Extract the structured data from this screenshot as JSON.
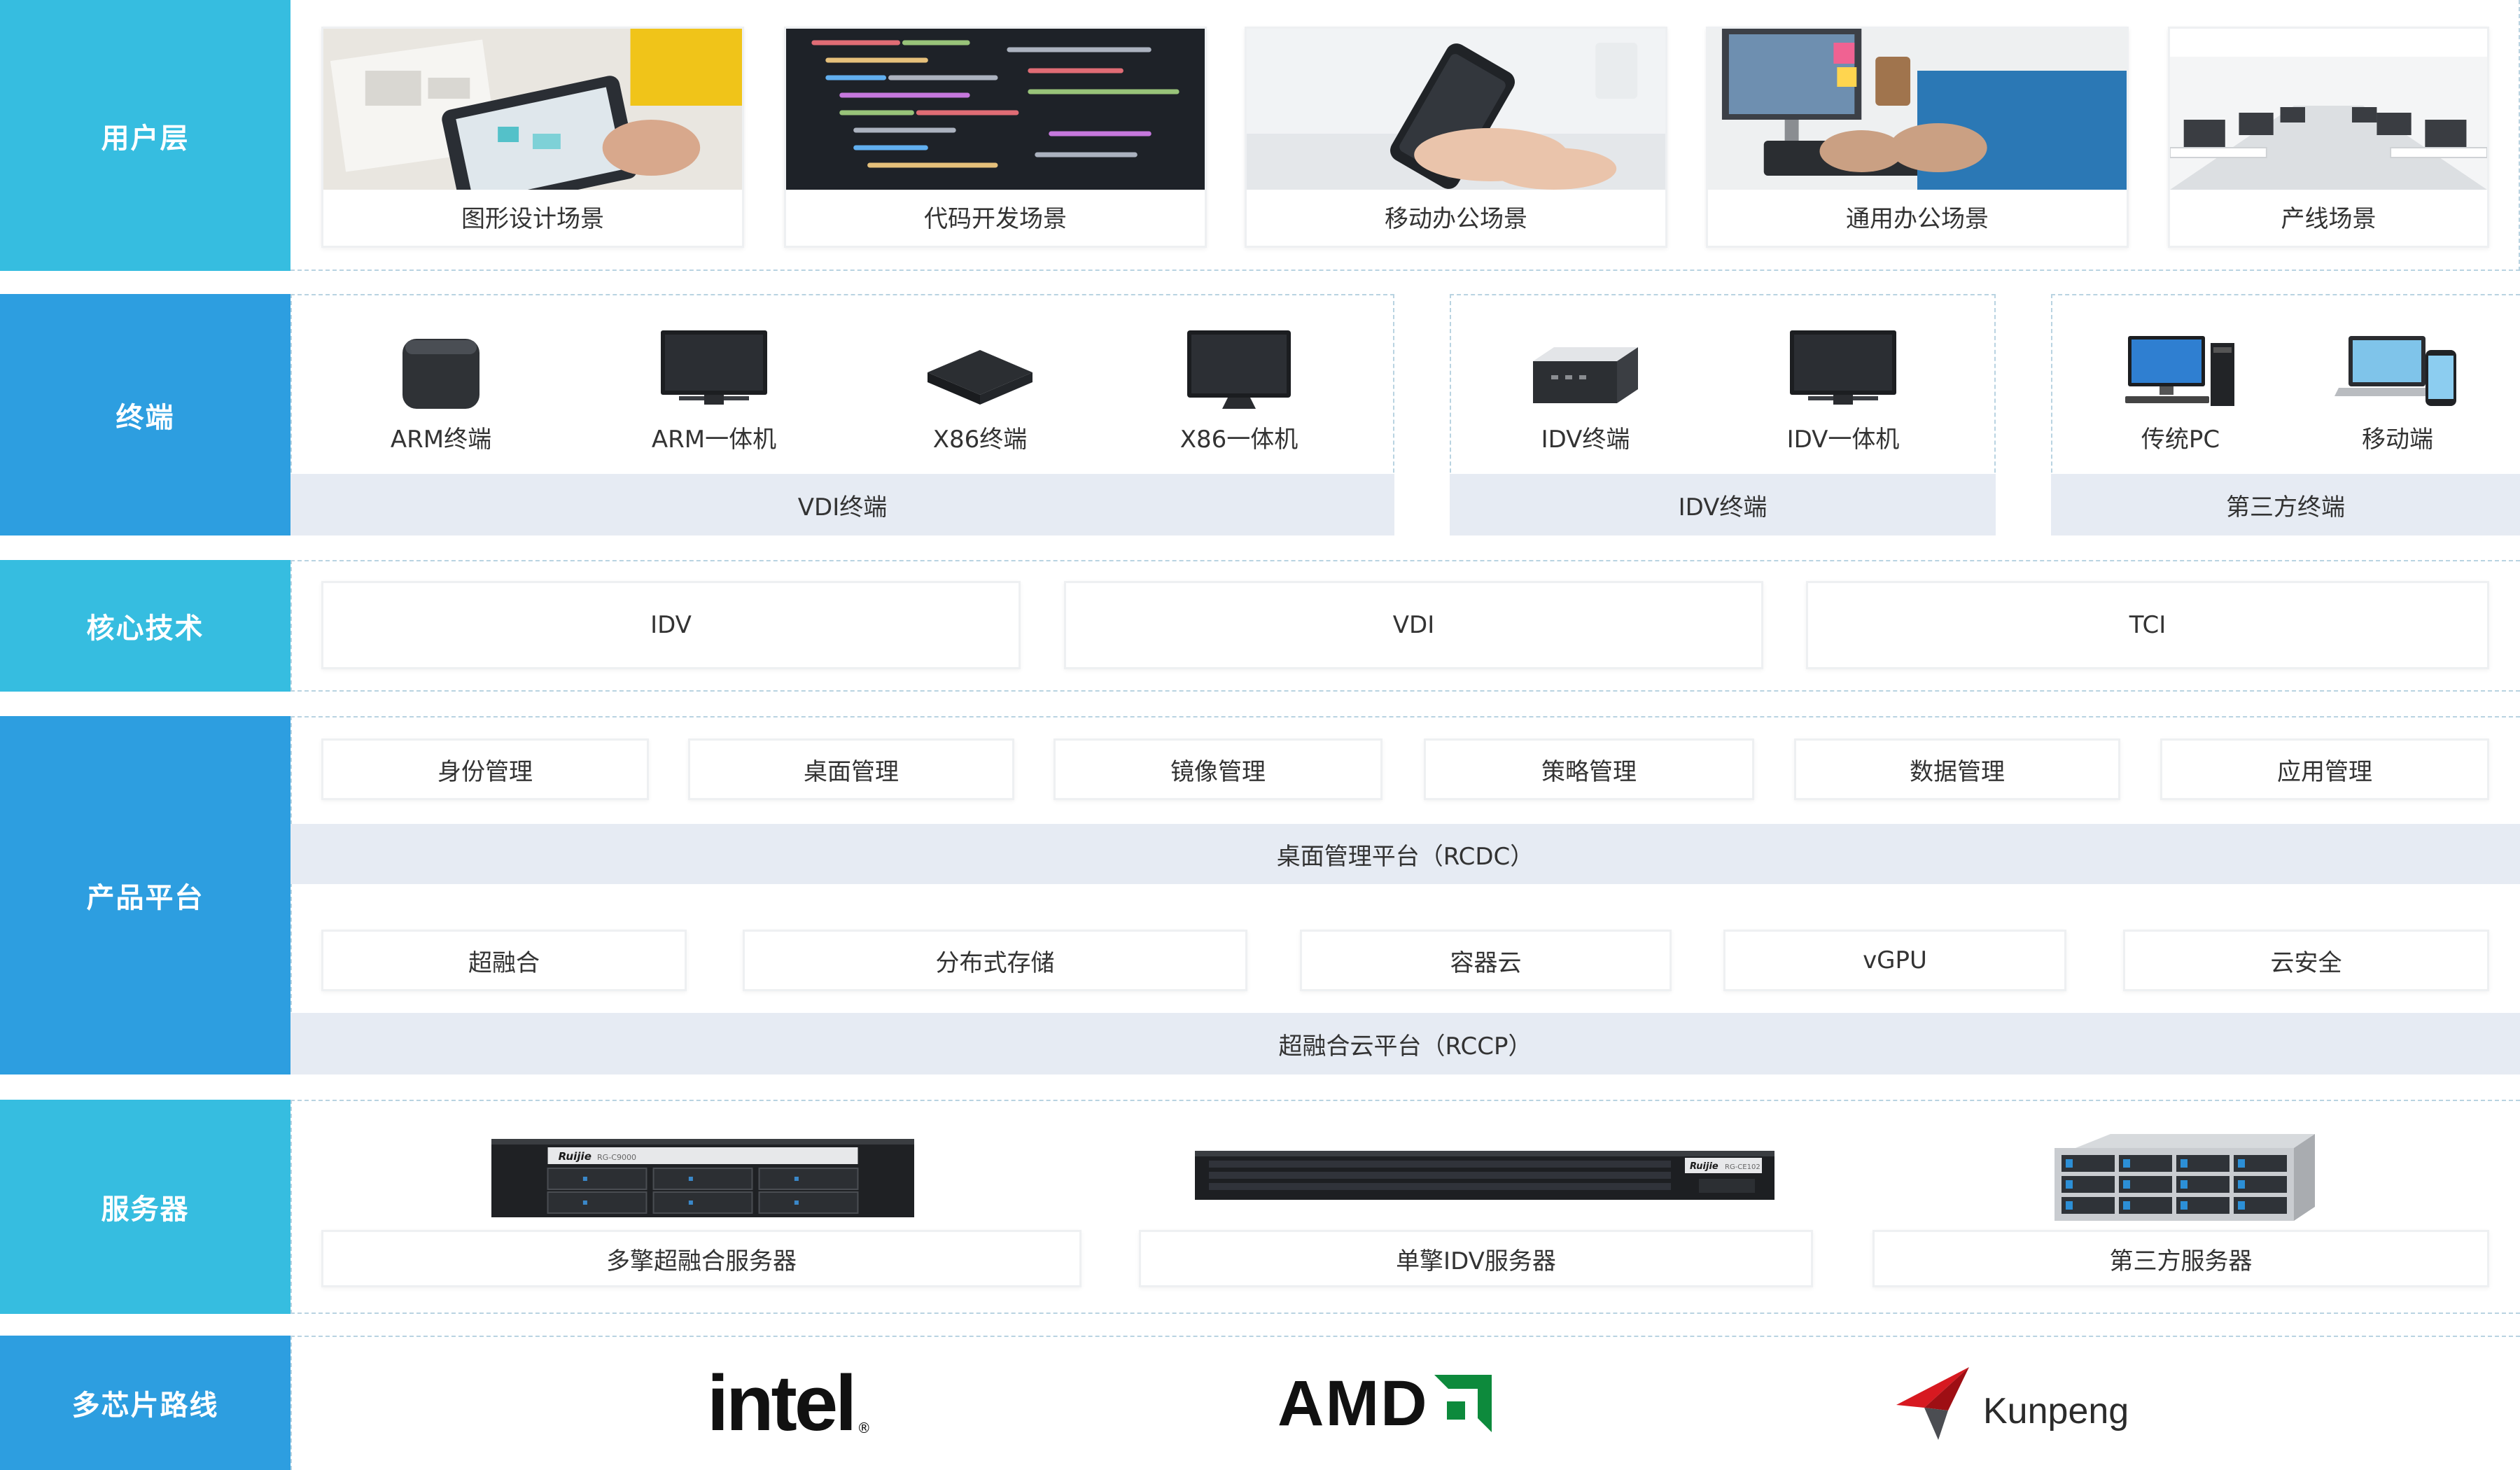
{
  "layers": {
    "user": "用户层",
    "terminal": "终端",
    "core": "核心技术",
    "platform": "产品平台",
    "server": "服务器",
    "chip": "多芯片路线"
  },
  "colors": {
    "label_light": "#36bde0",
    "label_dark": "#2d9ee0",
    "band": "#e6ebf3",
    "dashed_border": "#b9d3e1"
  },
  "scenes": [
    {
      "label": "图形设计场景",
      "icon": "tablet-design-photo"
    },
    {
      "label": "代码开发场景",
      "icon": "code-screen-photo"
    },
    {
      "label": "移动办公场景",
      "icon": "smartphone-hand-photo"
    },
    {
      "label": "通用办公场景",
      "icon": "office-keyboard-photo"
    },
    {
      "label": "产线场景",
      "icon": "open-office-photo"
    }
  ],
  "terminals": {
    "vdi": {
      "band": "VDI终端",
      "items": [
        {
          "label": "ARM终端",
          "icon": "mini-box-icon"
        },
        {
          "label": "ARM一体机",
          "icon": "monitor-icon"
        },
        {
          "label": "X86终端",
          "icon": "flat-box-icon"
        },
        {
          "label": "X86一体机",
          "icon": "all-in-one-icon"
        }
      ]
    },
    "idv": {
      "band": "IDV终端",
      "items": [
        {
          "label": "IDV终端",
          "icon": "desktop-box-icon"
        },
        {
          "label": "IDV一体机",
          "icon": "monitor-icon"
        }
      ]
    },
    "third": {
      "band": "第三方终端",
      "items": [
        {
          "label": "传统PC",
          "icon": "desktop-pc-icon"
        },
        {
          "label": "移动端",
          "icon": "laptop-phone-icon"
        }
      ]
    }
  },
  "core": [
    "IDV",
    "VDI",
    "TCI"
  ],
  "platform": {
    "management": [
      "身份管理",
      "桌面管理",
      "镜像管理",
      "策略管理",
      "数据管理",
      "应用管理"
    ],
    "rcdc": "桌面管理平台（RCDC）",
    "infra": [
      "超融合",
      "分布式存储",
      "容器云",
      "vGPU",
      "云安全"
    ],
    "rccp": "超融合云平台（RCCP）"
  },
  "servers": [
    {
      "label": "多擎超融合服务器",
      "icon": "rack-server-2u-icon",
      "brand": "Ruijie",
      "model": "RG-C9000"
    },
    {
      "label": "单擎IDV服务器",
      "icon": "rack-server-1u-icon",
      "brand": "Ruijie",
      "model": "RG-CE102"
    },
    {
      "label": "第三方服务器",
      "icon": "rack-server-3rd-icon"
    }
  ],
  "chips": [
    {
      "text": "intel",
      "icon": "intel-logo"
    },
    {
      "text": "AMD",
      "icon": "amd-logo"
    },
    {
      "text": "Kunpeng",
      "icon": "kunpeng-logo"
    }
  ]
}
